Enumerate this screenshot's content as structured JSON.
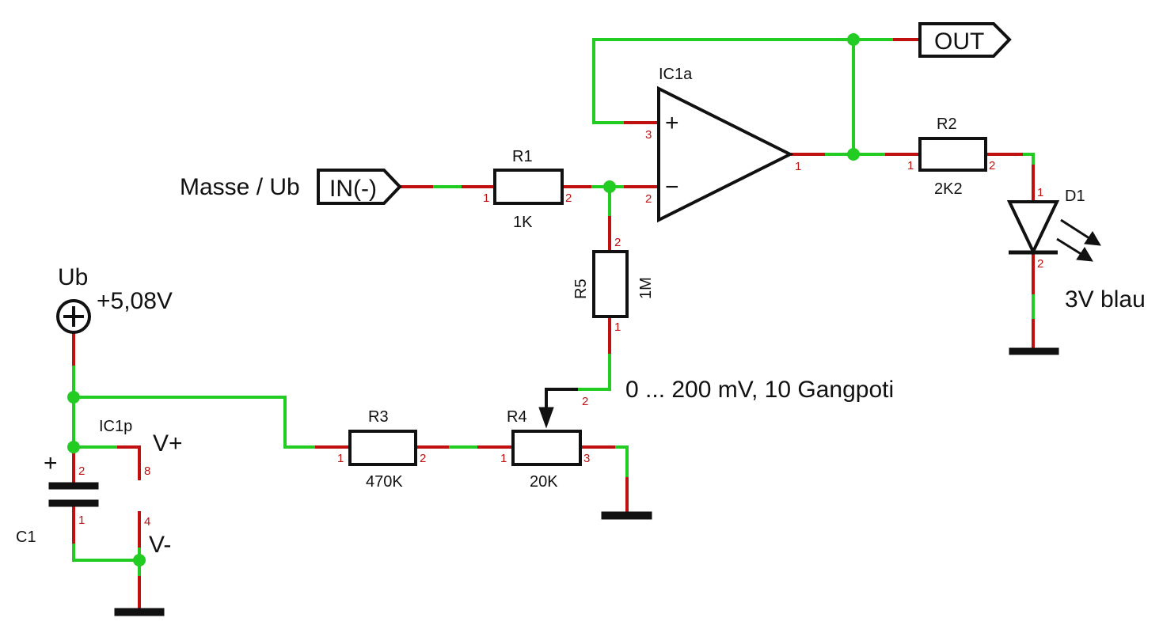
{
  "labels": {
    "masse_ub": "Masse / Ub",
    "in_port": "IN(-)",
    "out_port": "OUT",
    "ub": "Ub",
    "ub_voltage": "+5,08V",
    "poti_note": "0 ... 200 mV, 10 Gangpoti",
    "led_note": "3V blau",
    "v_plus": "V+",
    "v_minus": "V-",
    "plus_sign": "+",
    "opamp_plus": "+",
    "opamp_minus": "−"
  },
  "parts": {
    "r1": {
      "name": "R1",
      "value": "1K"
    },
    "r2": {
      "name": "R2",
      "value": "2K2"
    },
    "r3": {
      "name": "R3",
      "value": "470K"
    },
    "r4": {
      "name": "R4",
      "value": "20K"
    },
    "r5": {
      "name": "R5",
      "value": "1M"
    },
    "ic1a": {
      "name": "IC1a"
    },
    "ic1p": {
      "name": "IC1p"
    },
    "c1": {
      "name": "C1"
    },
    "d1": {
      "name": "D1"
    }
  },
  "pins": {
    "r1_1": "1",
    "r1_2": "2",
    "ic_3": "3",
    "ic_2": "2",
    "ic_1": "1",
    "r2_1": "1",
    "r2_2": "2",
    "d1_1": "1",
    "d1_2": "2",
    "r5_2": "2",
    "r5_1": "1",
    "r4_2": "2",
    "r4_1": "1",
    "r4_3": "3",
    "r3_1": "1",
    "r3_2": "2",
    "c1_2": "2",
    "c1_1": "1",
    "ic1p_8": "8",
    "ic1p_4": "4"
  },
  "colors": {
    "wire": "#22cc22",
    "pin_stub": "#c01010",
    "outline": "#111111"
  }
}
